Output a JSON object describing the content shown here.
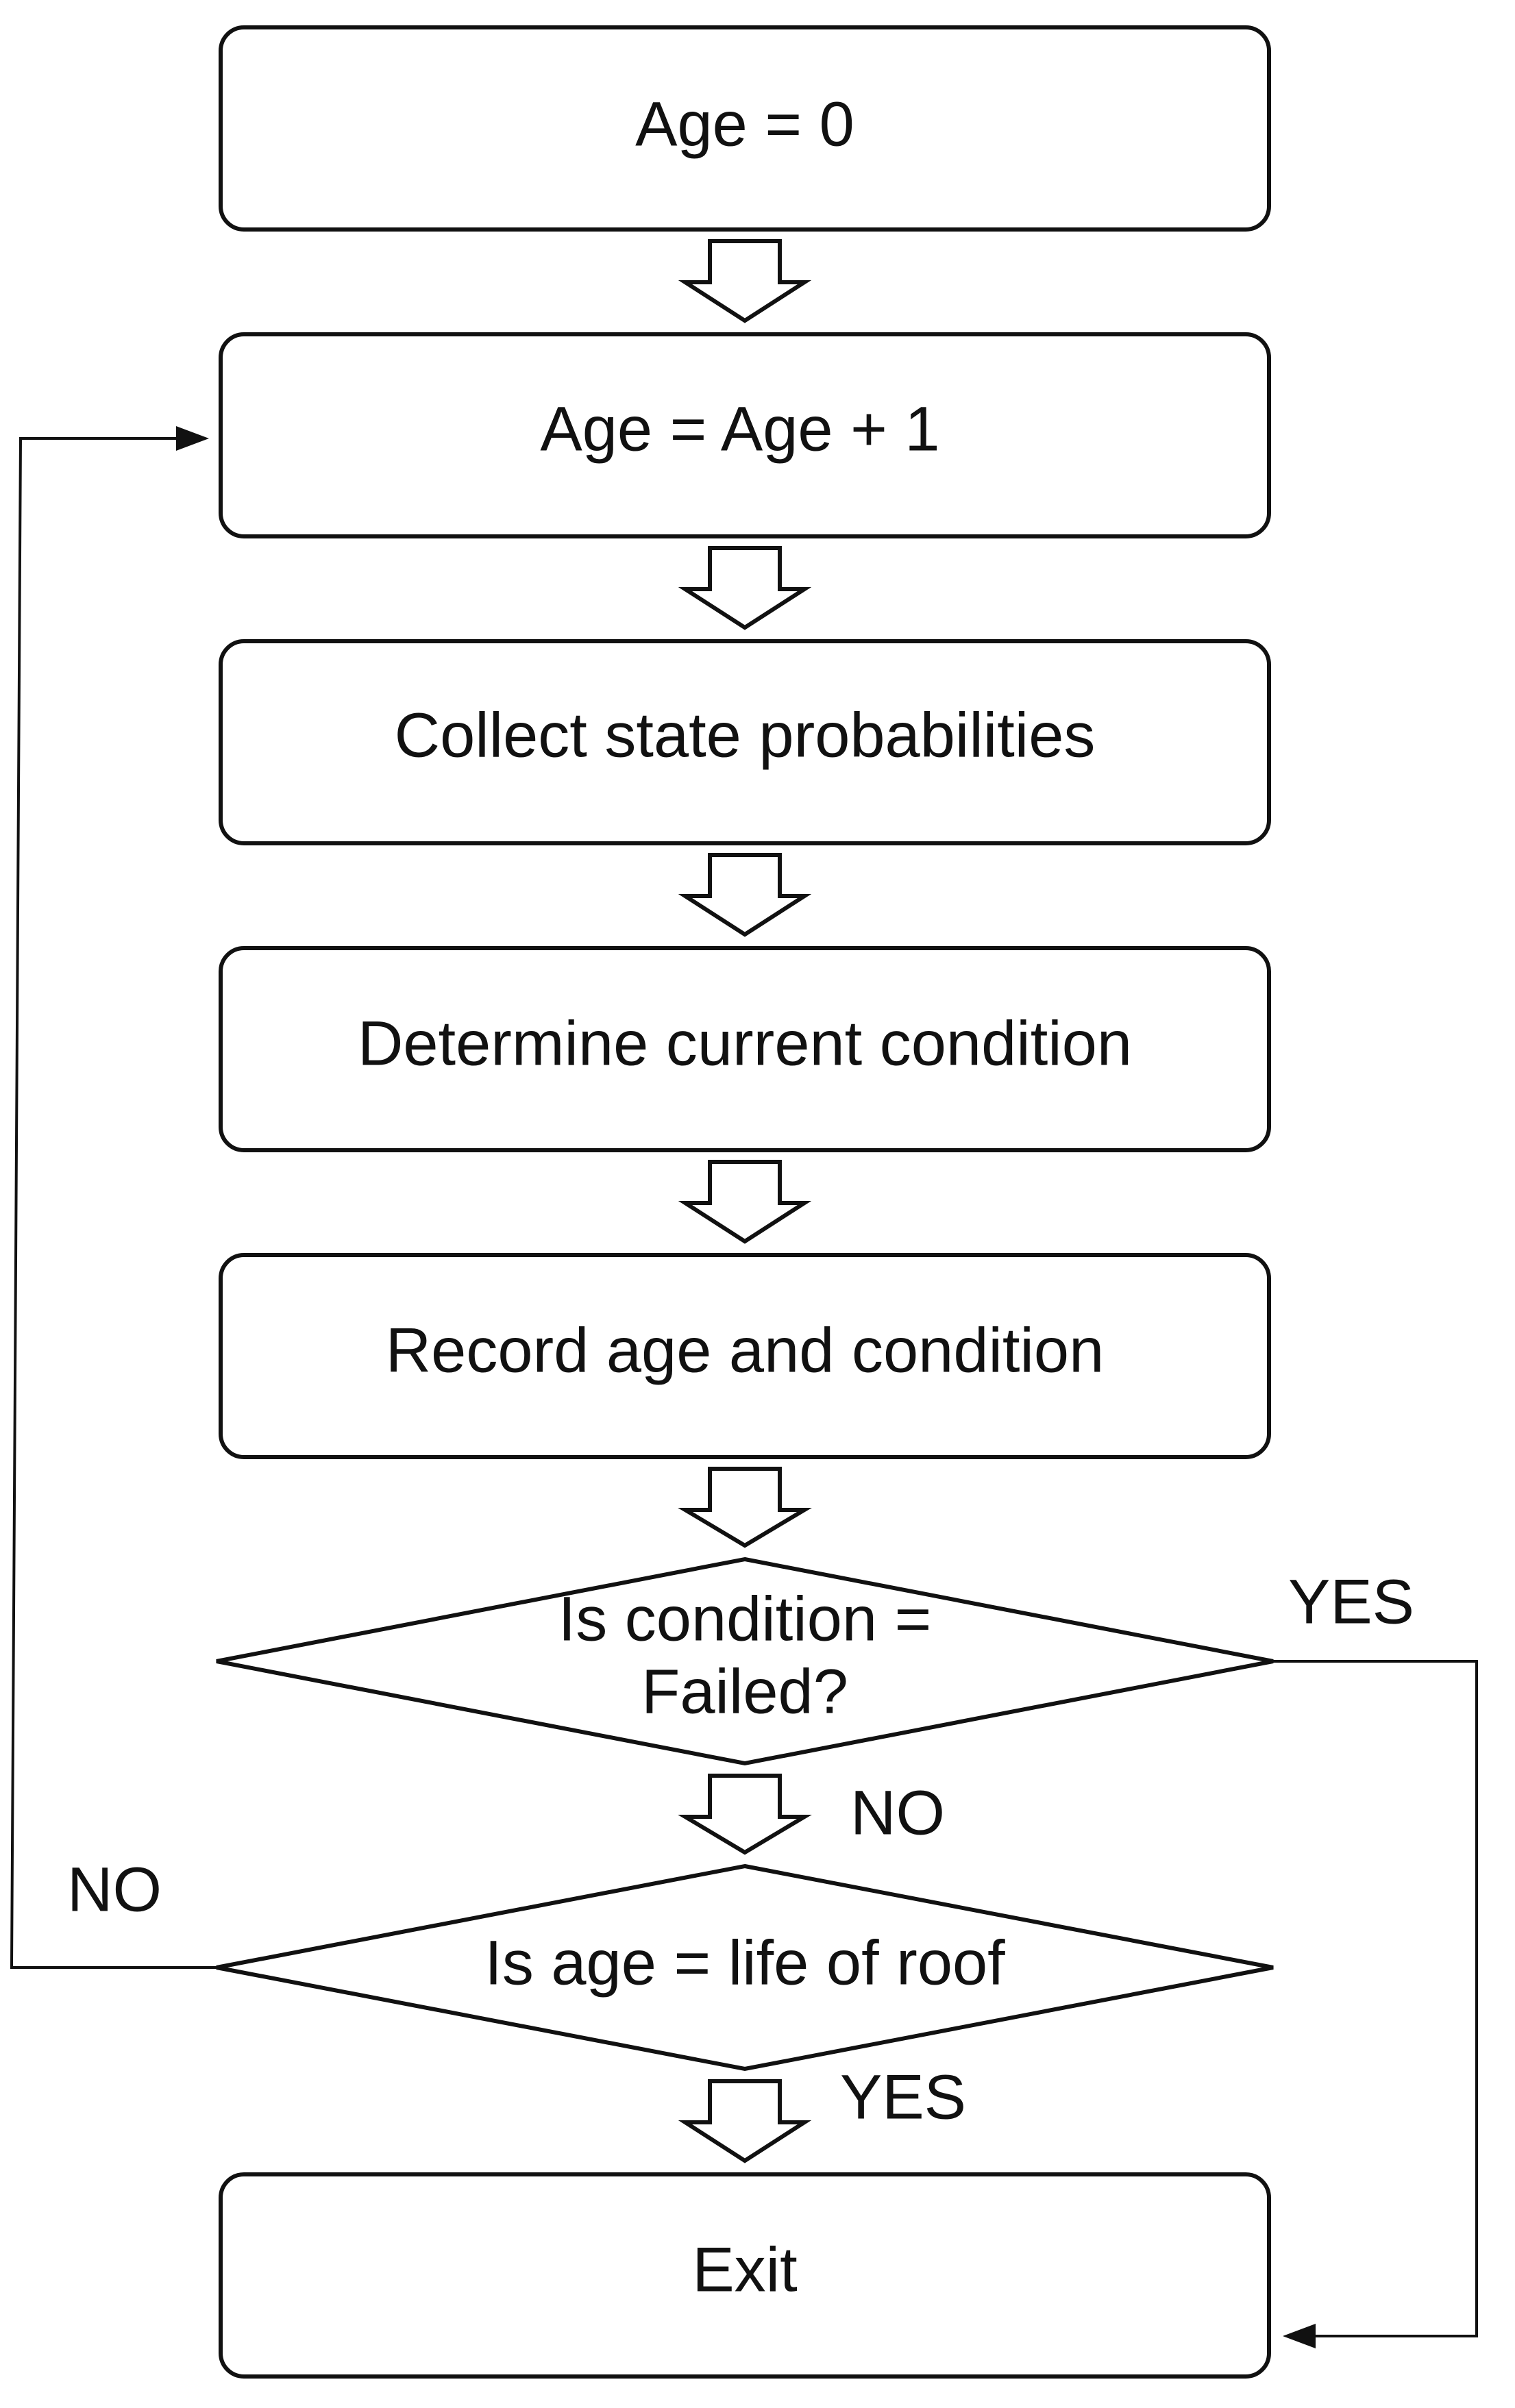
{
  "steps": {
    "age_zero": "Age = 0",
    "increment_age": "Age = Age + 1",
    "collect_probabilities": "Collect state probabilities",
    "determine_condition": "Determine current condition",
    "record_age_condition": "Record age and condition",
    "exit": "Exit"
  },
  "decisions": {
    "failed_check": {
      "line1": "Is condition =",
      "line2": "Failed?",
      "yes_label": "YES",
      "no_label": "NO"
    },
    "life_check": {
      "text": "Is age = life of roof",
      "yes_label": "YES",
      "no_label": "NO"
    }
  }
}
